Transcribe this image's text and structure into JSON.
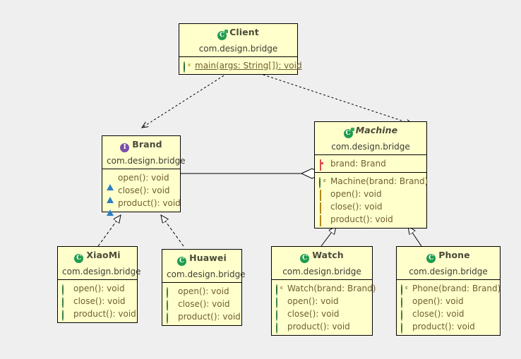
{
  "diagram": {
    "title": "Bridge pattern UML class diagram",
    "background_color": "#efefef",
    "box_fill_color": "#ffffcc",
    "box_border_color": "#000000"
  },
  "classes": {
    "client": {
      "name": "Client",
      "package": "com.design.bridge",
      "icon": "class-icon",
      "stereotype": "class",
      "members": [
        {
          "icon": "static-method-icon",
          "label": "main(args: String[]): void",
          "static": true
        }
      ]
    },
    "brand": {
      "name": "Brand",
      "package": "com.design.bridge",
      "icon": "interface-icon",
      "stereotype": "interface",
      "members": [
        {
          "icon": "abstract-method-icon",
          "label": "open(): void"
        },
        {
          "icon": "abstract-method-icon",
          "label": "close(): void"
        },
        {
          "icon": "abstract-method-icon",
          "label": "product(): void"
        }
      ]
    },
    "machine": {
      "name": "Machine",
      "package": "com.design.bridge",
      "icon": "abstract-class-icon",
      "stereotype": "abstract-class",
      "fields": [
        {
          "icon": "private-field-icon",
          "label": "brand: Brand"
        }
      ],
      "members": [
        {
          "icon": "constructor-icon",
          "label": "Machine(brand: Brand)"
        },
        {
          "icon": "protected-method-icon",
          "label": "open(): void"
        },
        {
          "icon": "protected-method-icon",
          "label": "close(): void"
        },
        {
          "icon": "protected-method-icon",
          "label": "product(): void"
        }
      ]
    },
    "xiaomi": {
      "name": "XiaoMi",
      "package": "com.design.bridge",
      "icon": "class-icon",
      "stereotype": "class",
      "members": [
        {
          "icon": "public-method-icon",
          "label": "open(): void"
        },
        {
          "icon": "public-method-icon",
          "label": "close(): void"
        },
        {
          "icon": "public-method-icon",
          "label": "product(): void"
        }
      ]
    },
    "huawei": {
      "name": "Huawei",
      "package": "com.design.bridge",
      "icon": "class-icon",
      "stereotype": "class",
      "members": [
        {
          "icon": "public-method-icon",
          "label": "open(): void"
        },
        {
          "icon": "public-method-icon",
          "label": "close(): void"
        },
        {
          "icon": "public-method-icon",
          "label": "product(): void"
        }
      ]
    },
    "watch": {
      "name": "Watch",
      "package": "com.design.bridge",
      "icon": "class-icon",
      "stereotype": "class",
      "members": [
        {
          "icon": "constructor-icon",
          "label": "Watch(brand: Brand)"
        },
        {
          "icon": "public-method-icon",
          "label": "open(): void"
        },
        {
          "icon": "public-method-icon",
          "label": "close(): void"
        },
        {
          "icon": "public-method-icon",
          "label": "product(): void"
        }
      ]
    },
    "phone": {
      "name": "Phone",
      "package": "com.design.bridge",
      "icon": "class-icon",
      "stereotype": "class",
      "members": [
        {
          "icon": "constructor-icon",
          "label": "Phone(brand: Brand)"
        },
        {
          "icon": "public-method-icon",
          "label": "open(): void"
        },
        {
          "icon": "public-method-icon",
          "label": "close(): void"
        },
        {
          "icon": "public-method-icon",
          "label": "product(): void"
        }
      ]
    }
  },
  "relationships": [
    {
      "from": "Client",
      "to": "Brand",
      "type": "dependency",
      "style": "dashed",
      "arrow": "open-arrow"
    },
    {
      "from": "Client",
      "to": "Machine",
      "type": "dependency",
      "style": "dashed",
      "arrow": "open-arrow"
    },
    {
      "from": "Machine",
      "to": "Brand",
      "type": "aggregation",
      "style": "solid",
      "arrow": "hollow-diamond"
    },
    {
      "from": "XiaoMi",
      "to": "Brand",
      "type": "realization",
      "style": "dashed",
      "arrow": "hollow-triangle"
    },
    {
      "from": "Huawei",
      "to": "Brand",
      "type": "realization",
      "style": "dashed",
      "arrow": "hollow-triangle"
    },
    {
      "from": "Watch",
      "to": "Machine",
      "type": "generalization",
      "style": "solid",
      "arrow": "hollow-triangle"
    },
    {
      "from": "Phone",
      "to": "Machine",
      "type": "generalization",
      "style": "solid",
      "arrow": "hollow-triangle"
    }
  ]
}
